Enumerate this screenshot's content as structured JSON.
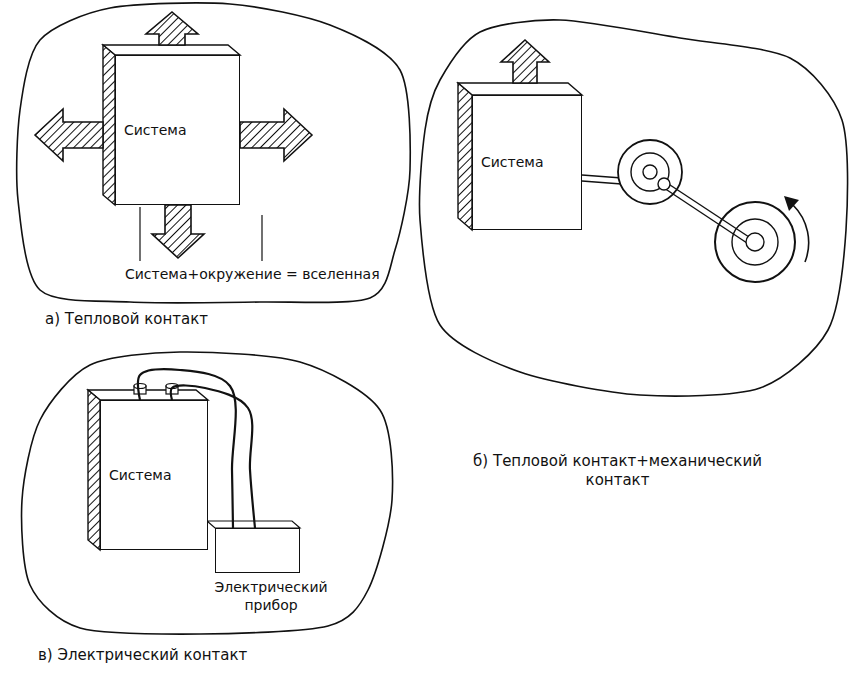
{
  "diagram": {
    "nodes": [
      {
        "text": [
          "Система"
        ]
      },
      {
        "text": [
          "Система"
        ]
      },
      {
        "text": [
          "Система"
        ]
      },
      {
        "text": [
          "Электрический прибор"
        ]
      }
    ],
    "edges": [
      {
        "from": 2,
        "to": 3,
        "arrow": "none"
      },
      {
        "from": 2,
        "to": 3,
        "arrow": "none"
      }
    ],
    "labels": [
      "Система+окружение = вселенная",
      "а) Тепловой контакт",
      "б) Тепловой контакт+механический контакт",
      "в) Электрический контакт"
    ]
  }
}
